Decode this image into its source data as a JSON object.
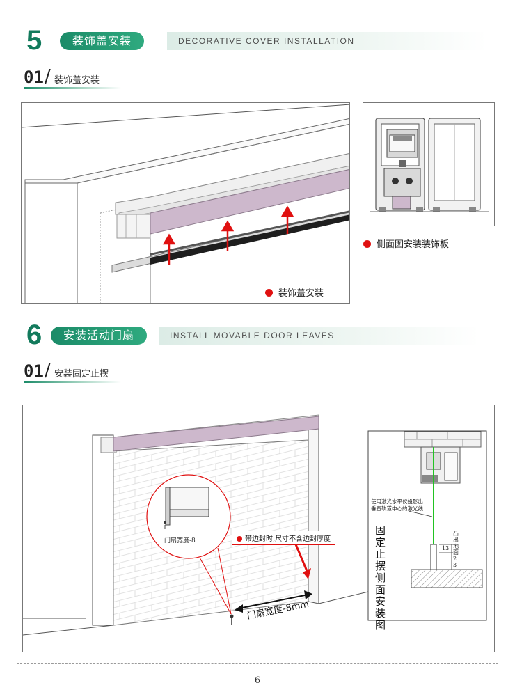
{
  "section5": {
    "number": "5",
    "title": "装饰盖安装",
    "subtitle_en": "DECORATIVE COVER INSTALLATION",
    "step": {
      "number": "01",
      "slash": "/",
      "title": "装饰盖安装"
    },
    "main_caption": "装饰盖安装",
    "side_caption": "侧面图安装装饰板"
  },
  "section6": {
    "number": "6",
    "title": "安装活动门扇",
    "subtitle_en": "INSTALL MOVABLE DOOR LEAVES",
    "step": {
      "number": "01",
      "slash": "/",
      "title": "安装固定止摆"
    },
    "zoom_label": "门扇宽度-8",
    "callout": "带边封时,尺寸不含边封厚度",
    "width_label": "门扇宽度-8mm",
    "laser_note_line1": "使用激光水平仪投影出",
    "laser_note_line2": "垂直轨道中心的激光线",
    "dim_13": "13",
    "dim_23": "凸出地面23",
    "vertical_title": "固定止摆侧面安装图"
  },
  "page_number": "6",
  "colors": {
    "brand_green": "#1b8b68",
    "cover_purple": "#cdb8cc",
    "arrow_red": "#e01010",
    "laser_green": "#22c322"
  }
}
